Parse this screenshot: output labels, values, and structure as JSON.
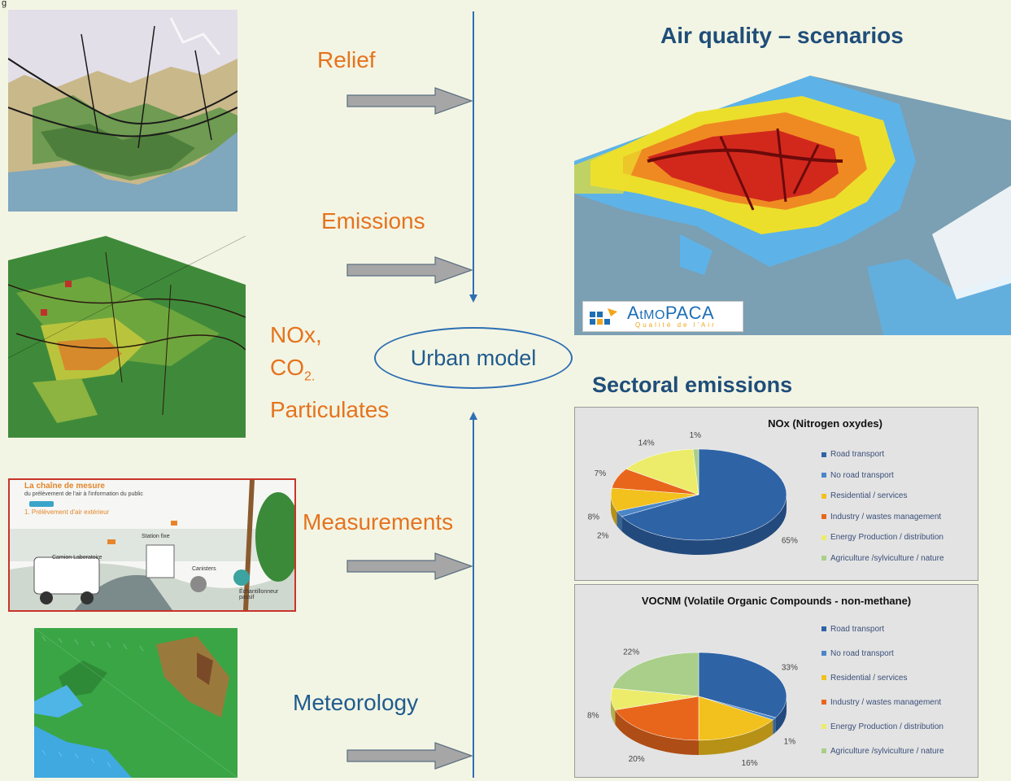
{
  "figure": {
    "tag": "g"
  },
  "inputs": {
    "relief": "Relief",
    "emissions": "Emissions",
    "pollutants": {
      "line1": "NOx,",
      "line2_main": "CO",
      "line2_sub": "2.",
      "line3": "Particulates"
    },
    "measurements": "Measurements",
    "meteorology": "Meteorology"
  },
  "model": {
    "label": "Urban model"
  },
  "outputs": {
    "air_quality_title": "Air quality – scenarios",
    "sectoral_title": "Sectoral emissions",
    "logo": {
      "name_a": "A",
      "name_t": "t",
      "name_mo": "MO",
      "name_paca": "PACA",
      "tagline": "Qualité de l'Air"
    }
  },
  "measurement_poster": {
    "title": "La chaîne de mesure",
    "subtitle": "du prélèvement de l'air à l'information du public",
    "step": "1. Prélèvement d'air extérieur",
    "labels": {
      "camion": "Camion Laboratoire",
      "station": "Station fixe",
      "canisters": "Canisters",
      "echantillonneur": "Échantillonneur passif"
    }
  },
  "legend": [
    "Road transport",
    "No road transport",
    "Residential / services",
    "Industry / wastes management",
    "Energy Production / distribution",
    "Agriculture /sylviculture / nature"
  ],
  "colors": {
    "road": "#2e63a6",
    "noroad": "#4a86c8",
    "residential": "#f2c11d",
    "industry": "#e8661c",
    "energy": "#ecec6a",
    "agriculture": "#a9cf8a",
    "orange_text": "#e5731e",
    "blue_text": "#1f5b8e",
    "arrow": "#a6a6a6"
  },
  "chart_data": [
    {
      "type": "pie",
      "title": "NOx (Nitrogen oxydes)",
      "categories": [
        "Road transport",
        "No road transport",
        "Residential / services",
        "Industry / wastes management",
        "Energy Production / distribution",
        "Agriculture /sylviculture / nature"
      ],
      "values": [
        65,
        2,
        8,
        7,
        14,
        1
      ],
      "labels": [
        "65%",
        "2%",
        "8%",
        "7%",
        "14%",
        "1%"
      ]
    },
    {
      "type": "pie",
      "title": "VOCNM (Volatile Organic Compounds - non-methane)",
      "categories": [
        "Road transport",
        "No road transport",
        "Residential / services",
        "Industry / wastes management",
        "Energy Production / distribution",
        "Agriculture /sylviculture / nature"
      ],
      "values": [
        33,
        1,
        16,
        20,
        8,
        22
      ],
      "labels": [
        "33%",
        "1%",
        "16%",
        "20%",
        "8%",
        "22%"
      ]
    }
  ]
}
